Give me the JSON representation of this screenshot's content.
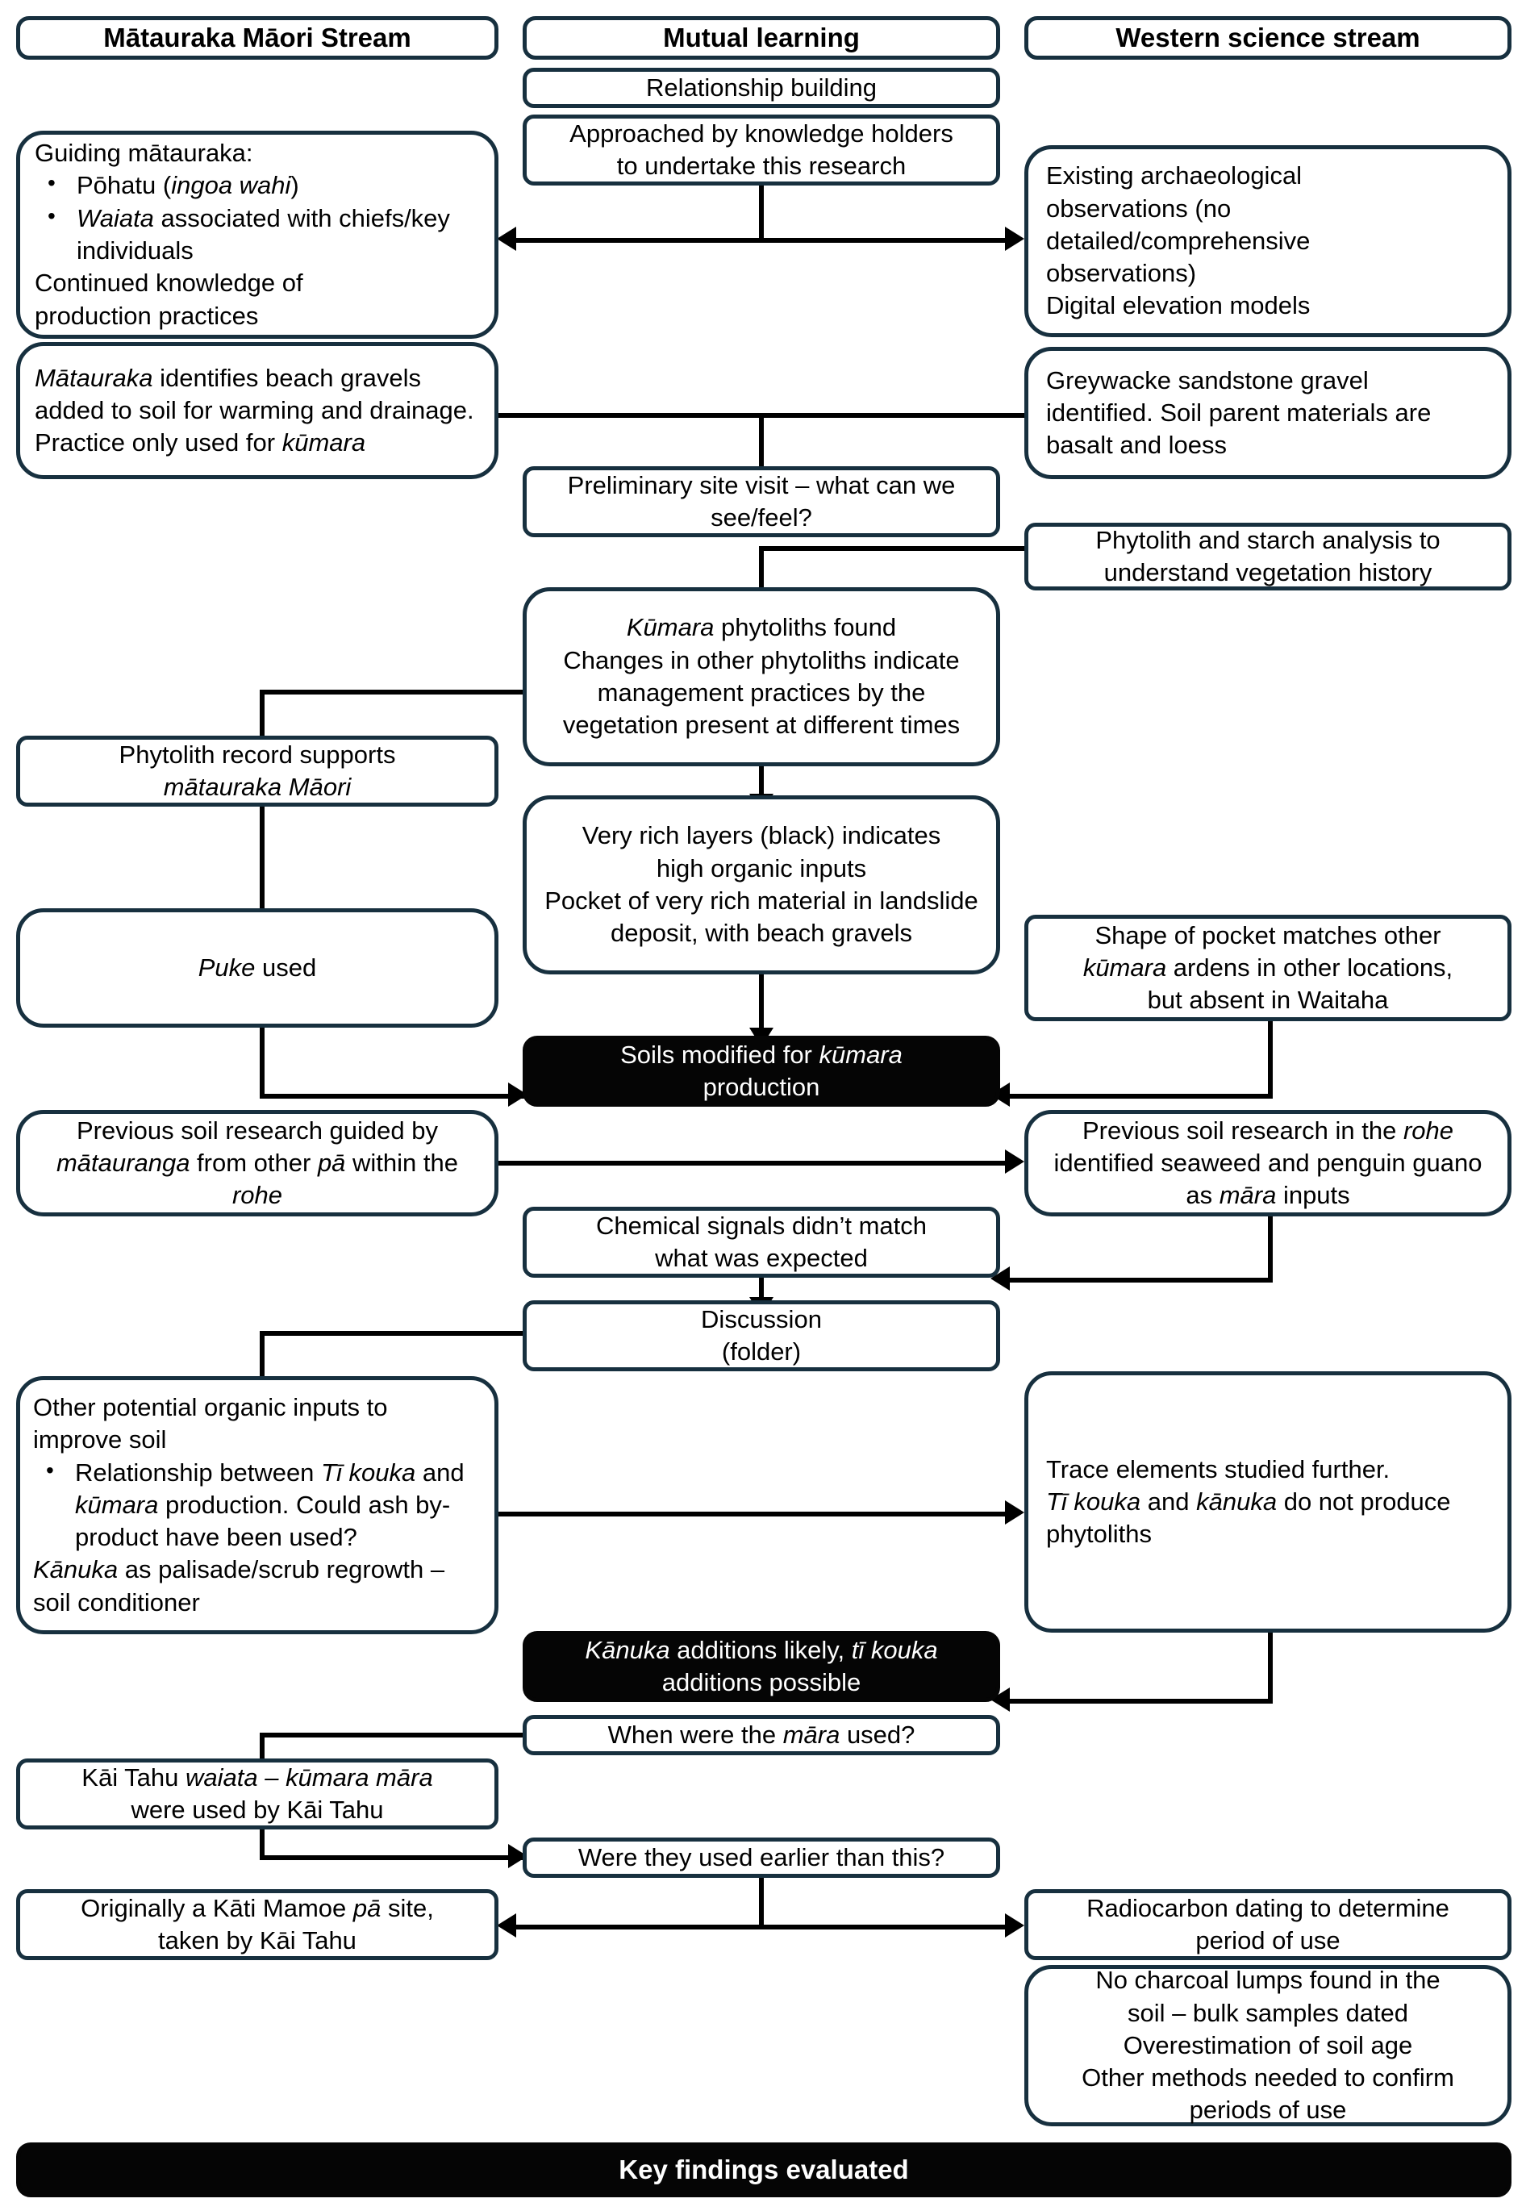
{
  "diagram": {
    "title": "Mātauraka Māori / Western science mutual-learning research flowchart",
    "colors": {
      "box_border": "#17303f",
      "box_fill": "#ffffff",
      "dark_fill": "#050505",
      "dark_text": "#ffffff",
      "connector": "#000000",
      "page_bg": "#ffffff"
    }
  },
  "columns": {
    "left_header": "Mātauraka Māori Stream",
    "middle_header": "Mutual learning",
    "right_header": "Western science stream"
  },
  "nodes": {
    "relationship_building": "Relationship building",
    "approached": {
      "l1": "Approached by knowledge holders",
      "l2": "to undertake this research"
    },
    "guiding_matauraka": {
      "intro": "Guiding mātauraka:",
      "bullets": [
        {
          "pre": "Pōhatu (",
          "em": "ingoa wahi",
          "post": ")"
        },
        {
          "em": "Waiata",
          "post": " associated with chiefs/key individuals"
        }
      ],
      "tail_l1": "Continued knowledge of",
      "tail_l2": "production practices"
    },
    "existing_arch": {
      "l1": "Existing archaeological",
      "l2": "observations (no",
      "l3": "detailed/comprehensive",
      "l4": "observations)",
      "l5": "Digital elevation models"
    },
    "beach_gravels": {
      "em1": "Mātauraka",
      "t1": " identifies beach gravels added to soil for warming and drainage. Practice only used for ",
      "em2": "kūmara"
    },
    "greywacke": {
      "l1": "Greywacke sandstone gravel",
      "l2": "identified. Soil parent materials are",
      "l3": "basalt and loess"
    },
    "prelim_visit": {
      "l1": "Preliminary site visit – what can we",
      "l2": "see/feel?"
    },
    "phytolith_starch": {
      "l1": "Phytolith and starch analysis to",
      "l2": "understand vegetation history"
    },
    "kumara_phytoliths": {
      "em1": "Kūmara",
      "l1": " phytoliths found",
      "l2": "Changes in other phytoliths indicate management practices by the vegetation present at different times"
    },
    "phytolith_record": {
      "l1": "Phytolith record supports",
      "em2": "mātauraka Māori"
    },
    "puke_used": {
      "em1": "Puke",
      "l1": " used"
    },
    "very_rich": {
      "l1": "Very rich layers (black) indicates",
      "l2": "high organic inputs",
      "l3": "Pocket of very rich material in landslide deposit, with beach gravels"
    },
    "shape_pocket": {
      "l1": "Shape of pocket matches other",
      "em2": "kūmara",
      "l2": " ardens in other locations,",
      "l3": "but absent in Waitaha"
    },
    "soils_modified": {
      "l1": "Soils modified for ",
      "em1": "kūmara",
      "l2": "production"
    },
    "prev_soil_left": {
      "l1": "Previous soil research guided by ",
      "em1": "mātauranga",
      "l2": " from other ",
      "em2": "pā",
      "l3": " within the ",
      "em3": "rohe"
    },
    "prev_soil_right": {
      "l1": "Previous soil research in the ",
      "em1": "rohe",
      "l2": " identified seaweed and penguin guano as ",
      "em2": "māra",
      "l3": " inputs"
    },
    "chemical_signals": {
      "l1": "Chemical signals didn’t match",
      "l2": "what was expected"
    },
    "discussion": {
      "l1": "Discussion",
      "l2": "(folder)"
    },
    "other_inputs": {
      "l1": "Other potential organic inputs to",
      "l2": "improve soil",
      "bullet": {
        "p1": "Relationship between ",
        "em1": "Tī kouka",
        "p2": " and ",
        "em2": "kūmara",
        "p3": " production. Could ash by-product have been used?"
      },
      "tail_em": "Kānuka",
      "tail": " as palisade/scrub regrowth – soil conditioner"
    },
    "trace_elements": {
      "l1": "Trace elements studied further.",
      "em1": "Tī kouka",
      "l2": " and ",
      "em2": "kānuka",
      "l3": " do not produce phytoliths"
    },
    "kanuka_additions": {
      "em1": "Kānuka",
      "l1": " additions likely, ",
      "em2": "tī kouka",
      "l2": "additions possible"
    },
    "when_mara": {
      "l1": "When were the ",
      "em1": "māra",
      "l2": " used?"
    },
    "kai_tahu_waiata": {
      "l1": "Kāi Tahu ",
      "em1": "waiata – kūmara māra",
      "l2": "were used by Kāi Tahu"
    },
    "earlier_than_this": "Were they used earlier than this?",
    "kati_mamoe": {
      "l1": "Originally a Kāti Mamoe ",
      "em1": "pā",
      "l2": " site,",
      "l3": "taken by Kāi Tahu"
    },
    "radiocarbon": {
      "l1": "Radiocarbon dating to determine",
      "l2": "period of use"
    },
    "no_charcoal": {
      "l1": "No charcoal lumps found in the",
      "l2": "soil – bulk samples dated",
      "l3": "Overestimation of soil age",
      "l4": "Other methods needed to confirm",
      "l5": "periods of use"
    },
    "key_findings": "Key findings evaluated"
  }
}
